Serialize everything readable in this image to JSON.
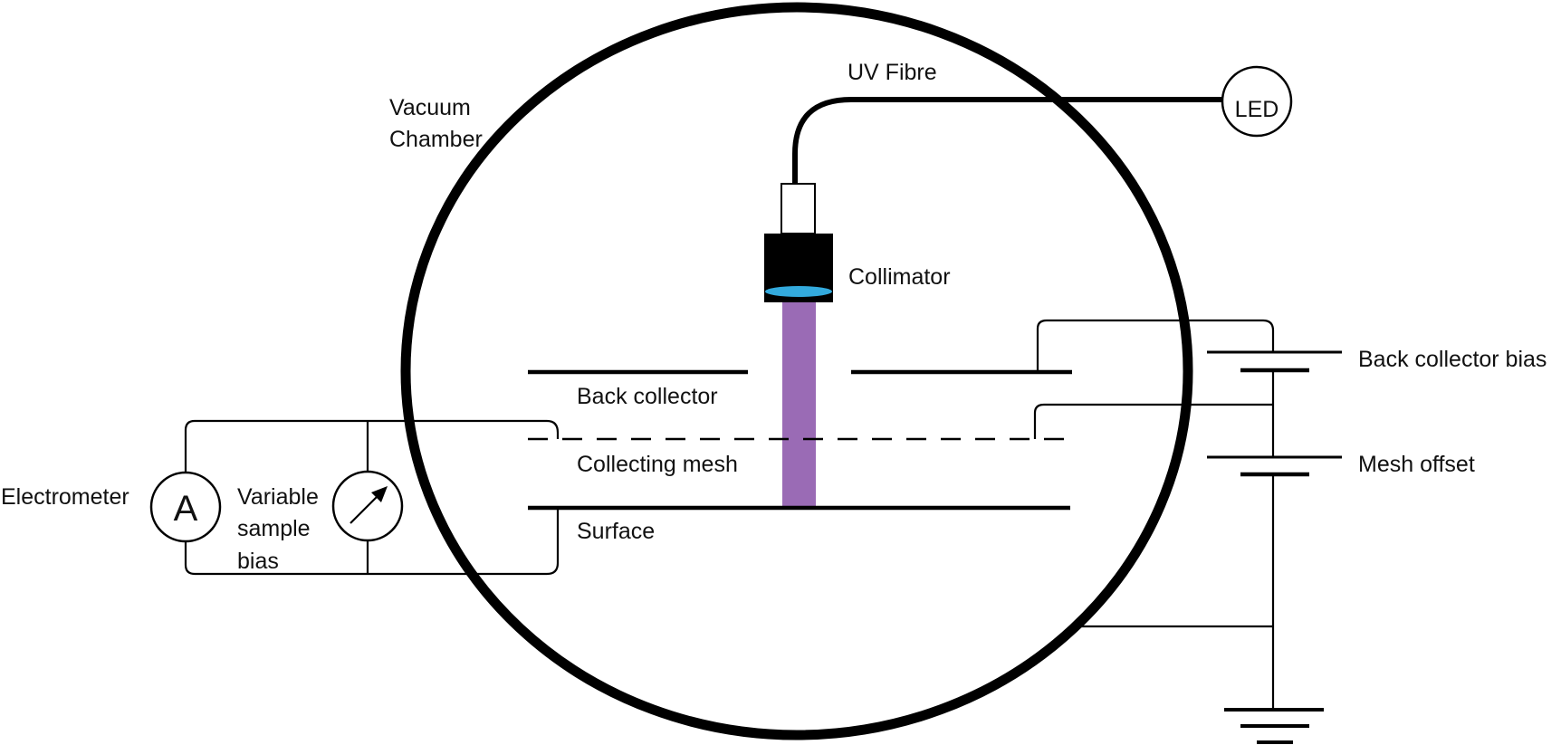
{
  "labels": {
    "vacuum_chamber_line1": "Vacuum",
    "vacuum_chamber_line2": "Chamber",
    "uv_fibre": "UV Fibre",
    "led": "LED",
    "collimator": "Collimator",
    "back_collector": "Back collector",
    "collecting_mesh": "Collecting mesh",
    "surface": "Surface",
    "back_collector_bias": "Back collector bias",
    "mesh_offset": "Mesh offset",
    "electrometer": "Electrometer",
    "ammeter_symbol": "A",
    "variable_bias_line1": "Variable",
    "variable_bias_line2": "sample",
    "variable_bias_line3": "bias"
  },
  "colors": {
    "uv_beam": "#9a6bb5",
    "collimator_lens": "#33aadd",
    "collimator_body": "#000000",
    "stroke": "#000000"
  }
}
